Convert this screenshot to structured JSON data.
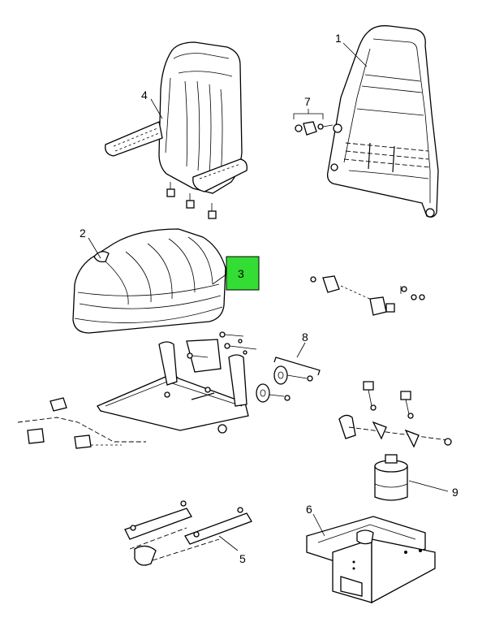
{
  "diagram": {
    "callouts": [
      {
        "id": "part-1",
        "label": "1"
      },
      {
        "id": "part-2",
        "label": "2"
      },
      {
        "id": "part-3",
        "label": "3",
        "highlighted": true
      },
      {
        "id": "part-4",
        "label": "4"
      },
      {
        "id": "part-5",
        "label": "5"
      },
      {
        "id": "part-6",
        "label": "6"
      },
      {
        "id": "part-7",
        "label": "7"
      },
      {
        "id": "part-8",
        "label": "8"
      },
      {
        "id": "part-9",
        "label": "9"
      }
    ],
    "colors": {
      "highlight": "#33dd33",
      "line": "#000000",
      "background": "#ffffff"
    }
  }
}
